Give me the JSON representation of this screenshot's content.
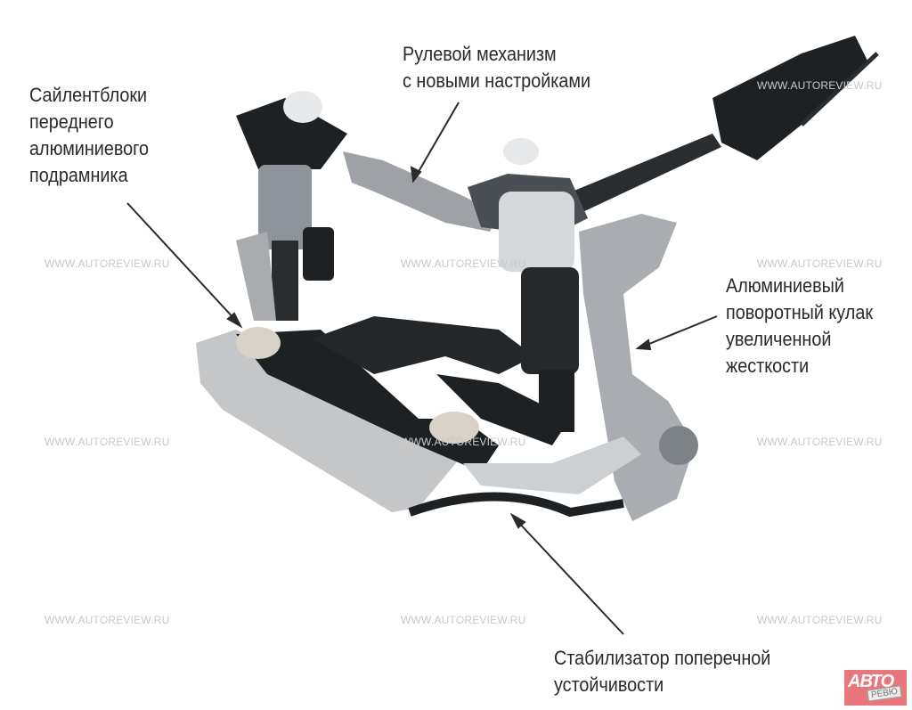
{
  "labels": {
    "subframe_bushings": "Сайлентблоки\nпереднего\nалюминиевого\nподрамника",
    "steering": "Рулевой механизм\nс новыми настройками",
    "knuckle": "Алюминиевый\nповоротный кулак\nувеличенной\nжесткости",
    "stabilizer": "Стабилизатор поперечной\nустойчивости"
  },
  "watermark": "WWW.AUTOREVIEW.RU",
  "logo": {
    "top": "АВТО",
    "bottom": "РЕВЮ"
  },
  "colors": {
    "arrow": "#2a2a2a",
    "logo_bg": "#e8767a",
    "metal": "#b5b8bb",
    "dark": "#1c1f22"
  }
}
